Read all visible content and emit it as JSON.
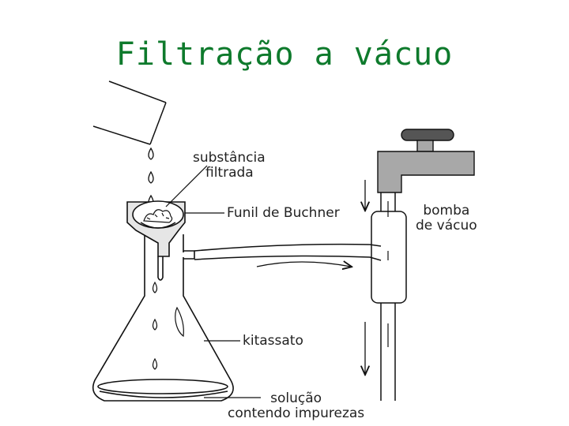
{
  "title": "Filtração a vácuo",
  "labels": {
    "substancia_line1": "substância",
    "substancia_line2": "filtrada",
    "funil": "Funil de Buchner",
    "bomba_line1": "bomba",
    "bomba_line2": "de vácuo",
    "kitassato": "kitassato",
    "solucao_line1": "solução",
    "solucao_line2": "contendo impurezas"
  },
  "colors": {
    "title": "#0e7a2c",
    "line": "#111111",
    "faucet_gray": "#a8a8a8",
    "faucet_dark": "#555555",
    "funnel_fill": "#e6e6e6"
  }
}
